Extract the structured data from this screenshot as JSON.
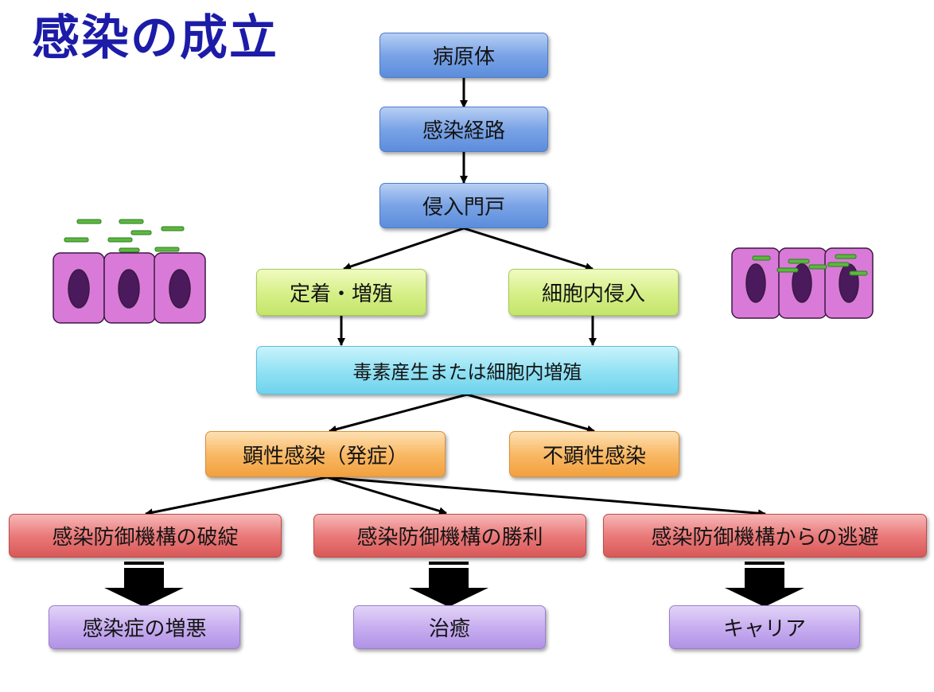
{
  "title": "感染の成立",
  "boxes": {
    "pathogen": "病原体",
    "route": "感染経路",
    "portal": "侵入門戸",
    "colonize": "定着・増殖",
    "invasion": "細胞内侵入",
    "toxin": "毒素産生または細胞内増殖",
    "apparent": "顕性感染（発症）",
    "inapparent": "不顕性感染",
    "breakdown": "感染防御機構の破綻",
    "victory": "感染防御機構の勝利",
    "escape": "感染防御機構からの逃避",
    "worsen": "感染症の増悪",
    "cure": "治癒",
    "carrier": "キャリア"
  },
  "colors": {
    "title": "#1c1ca8",
    "blue": "#7aa3e6",
    "green": "#d7f08a",
    "cyan": "#94e2f4",
    "orange": "#f9b965",
    "red": "#ea7a7a",
    "purple": "#c8aef0",
    "cell": "#d97ad9",
    "nucleus": "#4a1a5c",
    "bacteria": "#5cb840"
  }
}
